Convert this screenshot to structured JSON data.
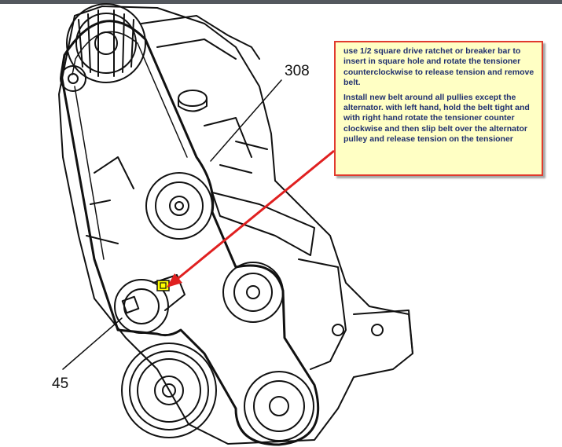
{
  "callout": {
    "para1": "use 1/2 square drive ratchet or breaker bar to insert in square hole and rotate the tensioner counterclockwise to release tension and remove belt.",
    "para2": "Install new belt around all pullies except the alternator. with left hand, hold the belt tight and with right hand rotate the tensioner counter clockwise and then slip belt over the alternator pulley and release tension on the tensioner"
  },
  "labels": {
    "part_308": "308",
    "part_45": "45"
  },
  "colors": {
    "callout_border": "#e03a2e",
    "callout_fill": "#ffffc4",
    "callout_text": "#1f2f6e",
    "arrow": "#e02020",
    "highlight": "#ffff00"
  }
}
